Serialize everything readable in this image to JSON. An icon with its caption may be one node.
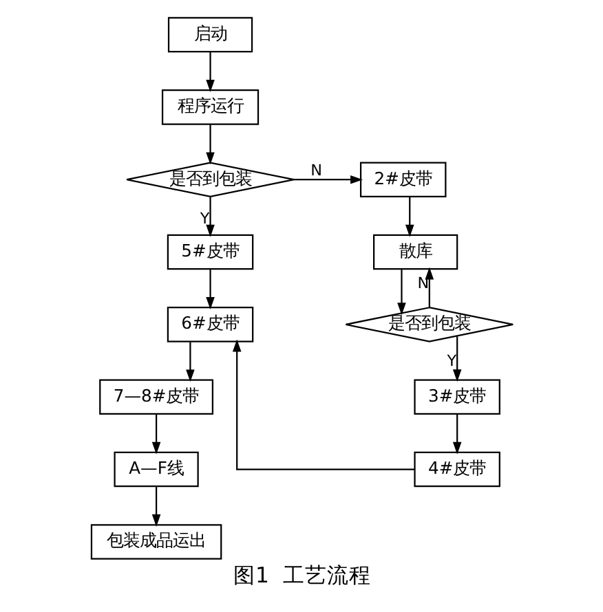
{
  "diagram": {
    "caption": "图1  工艺流程",
    "nodes": [
      {
        "text": [
          "启动"
        ]
      },
      {
        "text": [
          "程序运行"
        ]
      },
      {
        "text": [
          "是否到包装"
        ]
      },
      {
        "text": [
          "2#皮带"
        ]
      },
      {
        "text": [
          "5#皮带"
        ]
      },
      {
        "text": [
          "散库"
        ]
      },
      {
        "text": [
          "6#皮带"
        ]
      },
      {
        "text": [
          "是否到包装"
        ]
      },
      {
        "text": [
          "7—8#皮带"
        ]
      },
      {
        "text": [
          "3#皮带"
        ]
      },
      {
        "text": [
          "A—F线"
        ]
      },
      {
        "text": [
          "4#皮带"
        ]
      },
      {
        "text": [
          "包装成品运出"
        ]
      }
    ],
    "edges": [
      {
        "from": 0,
        "to": 1,
        "arrow": "to"
      },
      {
        "from": 1,
        "to": 2,
        "arrow": "to"
      },
      {
        "from": 2,
        "to": 3,
        "arrow": "to",
        "label": "N"
      },
      {
        "from": 2,
        "to": 4,
        "arrow": "to",
        "label": "Y"
      },
      {
        "from": 3,
        "to": 5,
        "arrow": "to"
      },
      {
        "from": 4,
        "to": 6,
        "arrow": "to"
      },
      {
        "from": 5,
        "to": 7,
        "arrow": "to"
      },
      {
        "from": 7,
        "to": 5,
        "arrow": "to",
        "label": "N"
      },
      {
        "from": 7,
        "to": 9,
        "arrow": "to",
        "label": "Y"
      },
      {
        "from": 6,
        "to": 8,
        "arrow": "to"
      },
      {
        "from": 9,
        "to": 11,
        "arrow": "to"
      },
      {
        "from": 8,
        "to": 10,
        "arrow": "to"
      },
      {
        "from": 11,
        "to": 6,
        "arrow": "to"
      },
      {
        "from": 10,
        "to": 12,
        "arrow": "to"
      }
    ]
  }
}
